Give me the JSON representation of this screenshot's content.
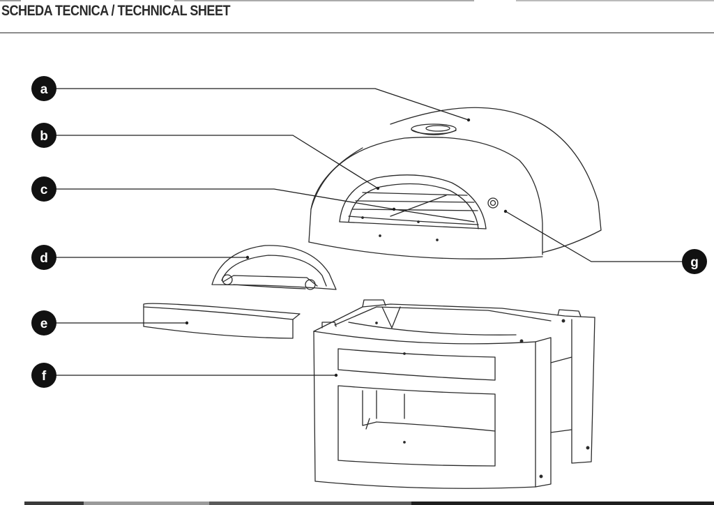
{
  "header": {
    "title": "SCHEDA TECNICA / TECHNICAL SHEET"
  },
  "diagram": {
    "callouts": [
      {
        "id": "a",
        "label": "a"
      },
      {
        "id": "b",
        "label": "b"
      },
      {
        "id": "c",
        "label": "c"
      },
      {
        "id": "d",
        "label": "d"
      },
      {
        "id": "e",
        "label": "e"
      },
      {
        "id": "f",
        "label": "f"
      },
      {
        "id": "g",
        "label": "g"
      }
    ],
    "colors": {
      "line": "#2a2a2a",
      "badge": "#111111",
      "rule": "#8c8c8c"
    }
  }
}
